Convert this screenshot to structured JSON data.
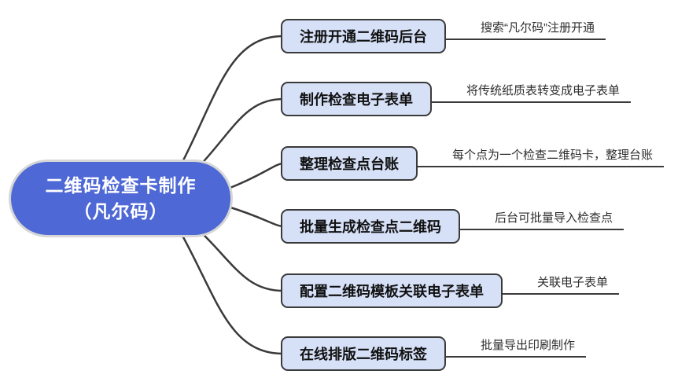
{
  "central": {
    "line1": "二维码检查卡制作",
    "line2": "（凡尔码）"
  },
  "branches": [
    {
      "label": "注册开通二维码后台",
      "note": "搜索“凡尔码”注册开通"
    },
    {
      "label": "制作检查电子表单",
      "note": "将传统纸质表转变成电子表单"
    },
    {
      "label": "整理检查点台账",
      "note": "每个点为一个检查二维码卡，整理台账"
    },
    {
      "label": "批量生成检查点二维码",
      "note": "后台可批量导入检查点"
    },
    {
      "label": "配置二维码模板关联电子表单",
      "note": "关联电子表单"
    },
    {
      "label": "在线排版二维码标签",
      "note": "批量导出印刷制作"
    }
  ],
  "colors": {
    "central_fill": "#4e68d5",
    "central_text": "#ffffff",
    "node_fill": "#d6e0f7",
    "line": "#3a3a3a",
    "note_text": "#2e2e2e"
  }
}
